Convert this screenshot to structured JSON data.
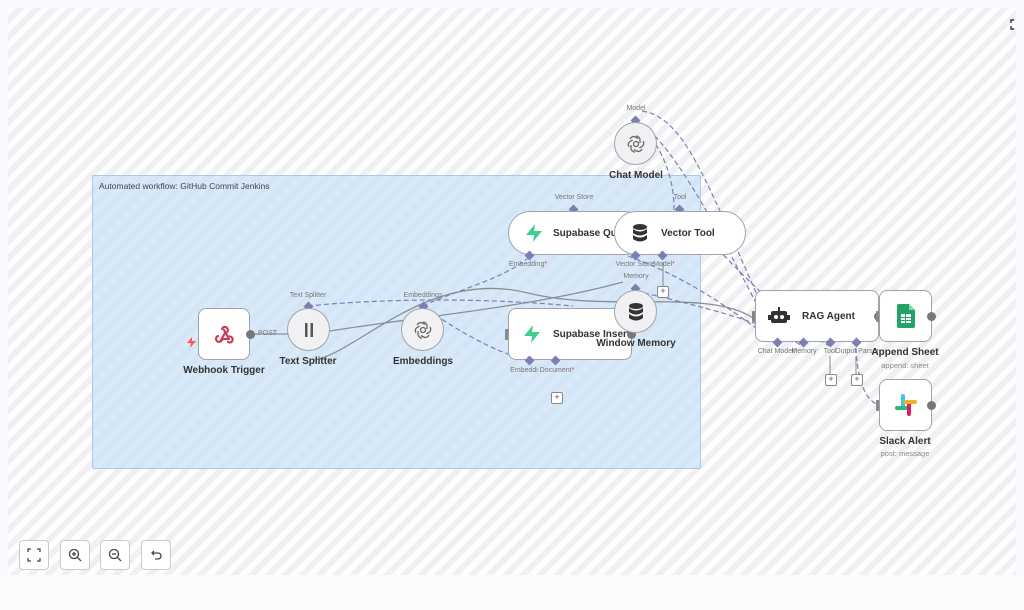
{
  "sticky": {
    "title": "Automated workflow: GitHub Commit Jenkins"
  },
  "nodes": {
    "webhook": {
      "label": "Webhook Trigger",
      "output_label": "POST"
    },
    "splitter": {
      "label": "Text Splitter",
      "port_top": "Text Splitter"
    },
    "embeddings": {
      "label": "Embeddings",
      "port_top": "Embeddings"
    },
    "supabase_insert": {
      "label": "Supabase Insert",
      "port_embedding": "Embeddi",
      "port_document": "Document",
      "req": "*"
    },
    "supabase_query": {
      "label": "Supabase Query",
      "port_top": "Vector Store",
      "port_embedding": "Embedding",
      "req": "*"
    },
    "vector_tool": {
      "label": "Vector Tool",
      "port_top": "Tool",
      "port_vector_store": "Vector Store",
      "port_model": "Model",
      "req": "*"
    },
    "chat_model": {
      "label": "Chat Model",
      "port_top": "Model"
    },
    "window_memory": {
      "label": "Window Memory",
      "port_top": "Memory"
    },
    "rag_agent": {
      "label": "RAG Agent",
      "port_chat_model": "Chat Model",
      "port_memory": "Memory",
      "port_tool": "Tool",
      "port_output_parser": "Output Parser",
      "req": "*"
    },
    "append_sheet": {
      "label": "Append Sheet",
      "sub": "append: sheet"
    },
    "slack_alert": {
      "label": "Slack Alert",
      "sub": "post: message"
    }
  },
  "controls": {
    "fit_view": "fit-view",
    "zoom_in": "zoom-in",
    "zoom_out": "zoom-out",
    "reset": "undo"
  },
  "colors": {
    "sticky_bg": "#c9e0f7",
    "port": "#7b7fb5",
    "supabase": "#3ecf8e",
    "sheets": "#21a464",
    "webhook": "#c73d5a"
  }
}
